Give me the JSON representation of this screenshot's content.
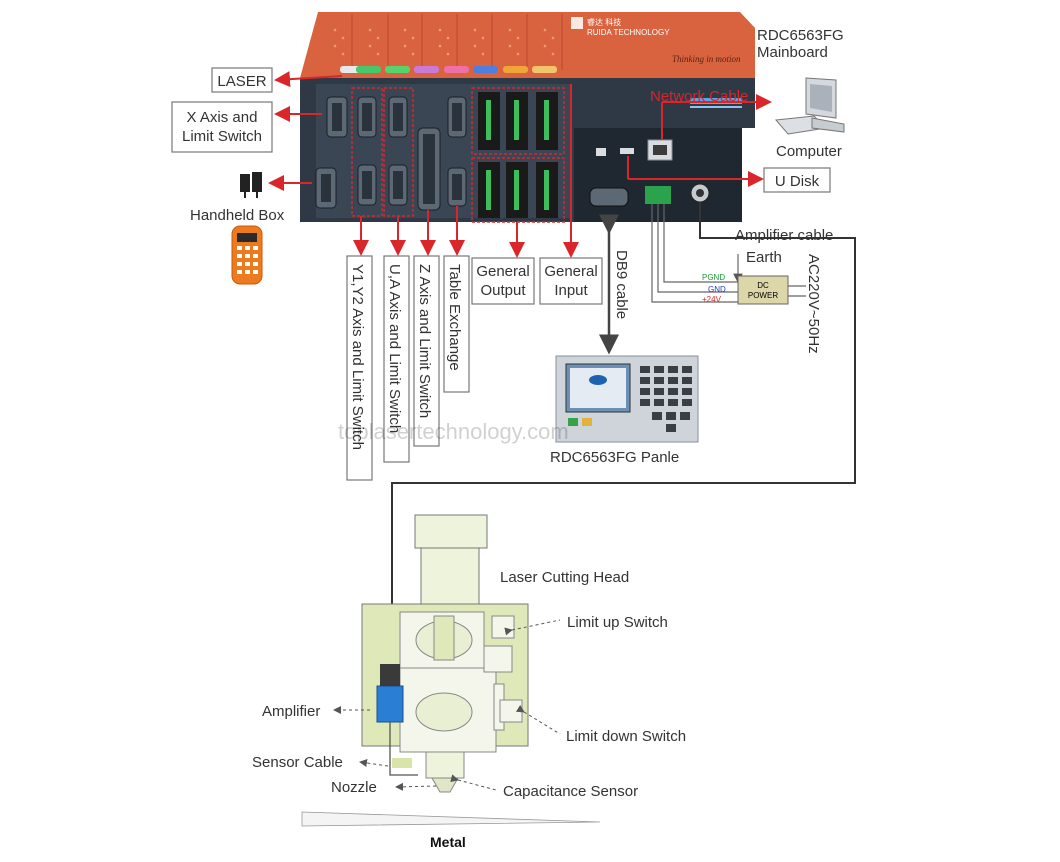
{
  "mainboard": {
    "brand": "RUIDA TECHNOLOGY",
    "slogan": "Thinking in motion",
    "title_line1": "RDC6563FG",
    "title_line2": "Mainboard"
  },
  "left_labels": {
    "laser": "LASER",
    "x_axis_line1": "X Axis and",
    "x_axis_line2": "Limit Switch",
    "handheld": "Handheld Box"
  },
  "vertical_labels": {
    "y_axis": "Y1,Y2 Axis and Limit Switch",
    "ua_axis": "U,A Axis and Limit Switch",
    "z_axis": "Z Axis and Limit Switch",
    "table": "Table Exchange"
  },
  "io_labels": {
    "output_line1": "General",
    "output_line2": "Output",
    "input_line1": "General",
    "input_line2": "Input"
  },
  "right_labels": {
    "network": "Network Cable",
    "computer": "Computer",
    "udisk": "U Disk",
    "amp_cable": "Amplifier cable",
    "earth": "Earth",
    "pgnd": "PGND",
    "gnd": "GND",
    "v24": "+24V",
    "dc_line1": "DC",
    "dc_line2": "POWER",
    "ac": "AC220V~50Hz",
    "db9": "DB9 cable"
  },
  "panel": {
    "label": "RDC6563FG Panle",
    "watermark": "toplasertechnology.com"
  },
  "head": {
    "title": "Laser Cutting Head",
    "limit_up": "Limit up Switch",
    "limit_down": "Limit down Switch",
    "amplifier": "Amplifier",
    "sensor_cable": "Sensor Cable",
    "nozzle": "Nozzle",
    "capacitance": "Capacitance Sensor",
    "metal": "Metal"
  },
  "colors": {
    "accent_red": "#d8262b",
    "board_orange": "#d9633f",
    "board_body": "#2e3945",
    "pgnd_green": "#1a9e3a",
    "gnd_blue": "#1c3fb8"
  }
}
